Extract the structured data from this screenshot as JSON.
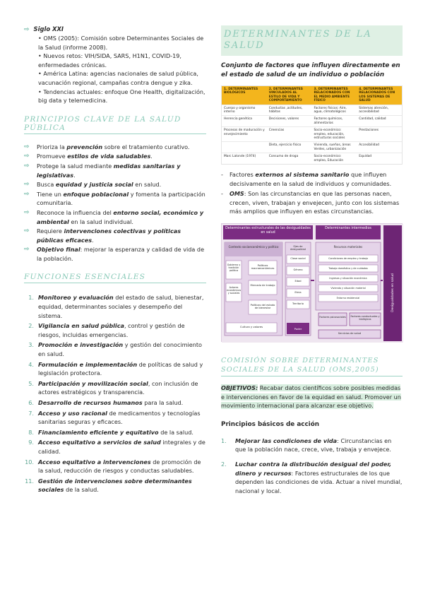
{
  "left": {
    "siglo": {
      "label": "Siglo XXI",
      "bullets": [
        "OMS (2005): Comisión sobre Determinantes Sociales de la Salud (informe 2008).",
        "Nuevos retos: VIH/SIDA, SARS, H1N1, COVID-19, enfermedades crónicas.",
        "América Latina: agencias nacionales de salud pública, vacunación regional, campañas contra dengue y zika.",
        "Tendencias actuales: enfoque One Health, digitalización, big data y telemedicina."
      ]
    },
    "principios": {
      "title": "PRINCIPIOS CLAVE DE LA SALUD PÚBLICA",
      "items": [
        {
          "pre": "Prioriza la ",
          "bold": "prevención",
          "post": " sobre el tratamiento curativo."
        },
        {
          "pre": "Promueve ",
          "bold": "estilos de vida saludables",
          "post": "."
        },
        {
          "pre": "Protege la salud mediante ",
          "bold": "medidas sanitarias y legislativas",
          "post": "."
        },
        {
          "pre": "Busca ",
          "bold": "equidad y justicia social",
          "post": " en salud."
        },
        {
          "pre": "Tiene un ",
          "bold": "enfoque poblacional",
          "post": " y fomenta la participación comunitaria."
        },
        {
          "pre": "Reconoce la influencia del ",
          "bold": "entorno social, económico y ambiental",
          "post": " en la salud individual."
        },
        {
          "pre": "Requiere ",
          "bold": "intervenciones colectivas y políticas públicas eficaces",
          "post": "."
        },
        {
          "pre": "",
          "bold": "Objetivo final",
          "post": ": mejorar la esperanza y calidad de vida de la población."
        }
      ]
    },
    "funciones": {
      "title": "FUNCIONES ESENCIALES",
      "items": [
        {
          "n": "1.",
          "bold": "Monitoreo y evaluación",
          "post": " del estado de salud, bienestar, equidad, determinantes sociales y desempeño del sistema."
        },
        {
          "n": "2.",
          "bold": "Vigilancia en salud pública",
          "post": ", control y gestión de riesgos, incluidas emergencias."
        },
        {
          "n": "3.",
          "bold": "Promoción e investigación",
          "post": " y gestión del conocimiento en salud."
        },
        {
          "n": "4.",
          "bold": "Formulación e implementación",
          "post": " de políticas de salud y legislación protectora."
        },
        {
          "n": "5.",
          "bold": "Participación y movilización social",
          "post": ", con inclusión de actores estratégicos y transparencia."
        },
        {
          "n": "6.",
          "bold": "Desarrollo de recursos humanos",
          "post": " para la salud."
        },
        {
          "n": "7.",
          "bold": "Acceso y uso racional",
          "post": " de medicamentos y tecnologías sanitarias seguras y eficaces."
        },
        {
          "n": "8.",
          "bold": "Financiamiento eficiente y equitativo",
          "post": " de la salud."
        },
        {
          "n": "9.",
          "bold": "Acceso equitativo a servicios de salud",
          "post": " integrales y de calidad."
        },
        {
          "n": "10.",
          "bold": "Acceso equitativo a intervenciones",
          "post": " de promoción de la salud, reducción de riesgos y conductas saludables."
        },
        {
          "n": "11.",
          "bold": "Gestión de intervenciones sobre determinantes sociales",
          "post": " de la salud."
        }
      ]
    }
  },
  "right": {
    "title": "DETERMINANTES DE LA SALUD",
    "subtitle": "Conjunto de factores que influyen directamente en el estado de salud de un individuo o población",
    "table": {
      "headers": [
        "1. DETERMINANTES BIOLÓGICOS",
        "2. DETERMINANTES VINCULADOS AL ESTILO DE VIDA Y COMPORTAMIENTO",
        "3. DETERMINANTES RELACIONADOS CON EL MEDIO AMBIENTE FÍSICO",
        "4. DETERMINANTES RELACIONADOS CON LOS SISTEMAS DE SALUD"
      ],
      "rows": [
        [
          "Cuerpo y organismo interno",
          "Conductas ,actitudes, hábitos",
          "Factores físicos: Aire, agua, climatológicos",
          "Sistemas atención, accesibilidad"
        ],
        [
          "Herencia genética",
          "Decisiones, valores",
          "Factores químicos, alimentarios",
          "Cantidad, calidad"
        ],
        [
          "Procesos de maduración y envejecimiento",
          "Creencias",
          "Socio-económico: empleo, educación, estructuras sociales",
          "Prestaciones"
        ],
        [
          "",
          "Dieta, ejercicio físico",
          "Vivienda, sueños, áreas Verdes, urbanización",
          "Accesibilidad"
        ],
        [
          "Marc Lalonde (1974)",
          "Consumo de droga",
          "Socio-económico: empleo, Educación",
          "Equidad"
        ]
      ]
    },
    "dash": [
      {
        "pre": "Factores ",
        "bold": "externos al sistema sanitario",
        "post": " que influyen decisivamente en la salud de individuos y comunidades."
      },
      {
        "pre": "",
        "bold": "OMS",
        "post": ": Son las circunstancias en que las personas nacen, crecen, viven, trabajan y envejecen, junto con los sistemas más amplios que influyen en estas circunstancias."
      }
    ],
    "diagram": {
      "left_title": "Determinantes estructurales de las desigualdades en salud",
      "right_title": "Determinantes intermedios",
      "contexto": "Contexto socioeconómico y político",
      "gobierno": "Gobierno y tradición política",
      "actores": "Actores económicos y sociales",
      "politicas_macro": "Políticas macroeconómicas",
      "mercado": "Mercado de trabajo",
      "politicas_estado": "Políticas del estado de bienestar",
      "cultura": "Cultura y valores",
      "ejes_title": "Ejes de desigualdad",
      "ejes": [
        "Clase social",
        "Género",
        "Edad",
        "Etnia",
        "Territorio"
      ],
      "poder": "Poder",
      "recursos_title": "Recursos materiales",
      "recursos": [
        "Condiciones de empleo y trabajo",
        "Trabajo doméstico y de cuidados",
        "Ingresos y situación económica",
        "Vivienda y situación material",
        "Entorno residencial"
      ],
      "factores_psico": "Factores psicosociales",
      "factores_cond": "Factores conductuales y biológicos",
      "servicios": "Servicios de salud",
      "desigualdades": "Desigualdades en salud"
    },
    "comision": {
      "title": "COMISIÓN SOBRE DETERMINANTES SOCIALES DE LA SALUD (OMS,2005)",
      "objetivos_label": "OBJETIVOS:",
      "objetivos_text": "Recabar datos científicos sobre posibles medidas e intervenciones en favor de la equidad en salud. Promover un movimiento internacional para alcanzar ese objetivo.",
      "principios_title": "Principios básicos de acción",
      "principios": [
        {
          "n": "1.",
          "bold": "Mejorar las condiciones de vida",
          "post": ": Circunstancias en que la población nace, crece, vive, trabaja y envejece."
        },
        {
          "n": "2.",
          "bold": "Luchar contra la distribución desigual del poder, dinero y recursos",
          "post": ": Factores estructurales de los que dependen las condiciones de vida. Actuar a nivel mundial, nacional y local."
        }
      ]
    }
  },
  "colors": {
    "accent_green": "#86c8b6",
    "highlight": "#d8eedf",
    "table_header": "#f3b51d",
    "diagram_purple": "#7b2c82"
  }
}
